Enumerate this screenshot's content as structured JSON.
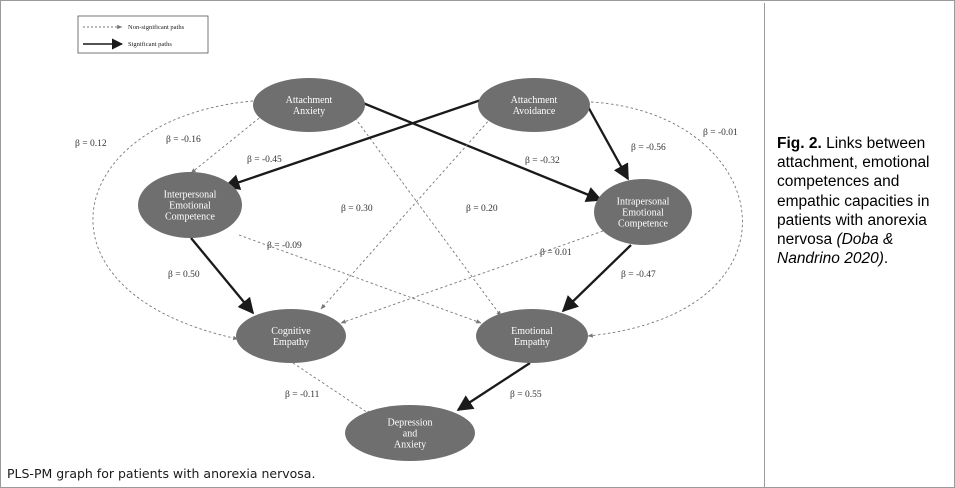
{
  "legend": {
    "non_significant": "Non-significant paths",
    "significant": "Significant paths"
  },
  "nodes": {
    "attachment_anxiety": [
      "Attachment",
      "Anxiety"
    ],
    "attachment_avoidance": [
      "Attachment",
      "Avoidance"
    ],
    "interpersonal_ec": [
      "Interpersonal",
      "Emotional",
      "Competence"
    ],
    "intrapersonal_ec": [
      "Intrapersonal",
      "Emotional",
      "Competence"
    ],
    "cognitive_empathy": [
      "Cognitive",
      "Empathy"
    ],
    "emotional_empathy": [
      "Emotional",
      "Empathy"
    ],
    "depression_anxiety": [
      "Depression",
      "and",
      "Anxiety"
    ]
  },
  "paths": [
    {
      "from": "attachment_anxiety",
      "to": "interpersonal_ec",
      "beta": "β = -0.16",
      "significant": false
    },
    {
      "from": "attachment_anxiety",
      "to": "intrapersonal_ec",
      "beta": "β = -0.32",
      "significant": true
    },
    {
      "from": "attachment_anxiety",
      "to": "emotional_empathy",
      "beta": "β = 0.20",
      "significant": false
    },
    {
      "from": "attachment_anxiety",
      "to": "cognitive_empathy",
      "beta": "β = 0.12",
      "significant": false
    },
    {
      "from": "attachment_avoidance",
      "to": "interpersonal_ec",
      "beta": "β = -0.45",
      "significant": true
    },
    {
      "from": "attachment_avoidance",
      "to": "intrapersonal_ec",
      "beta": "β = -0.56",
      "significant": true
    },
    {
      "from": "attachment_avoidance",
      "to": "cognitive_empathy",
      "beta": "β = 0.30",
      "significant": false
    },
    {
      "from": "attachment_avoidance",
      "to": "emotional_empathy",
      "beta": "β = -0.01",
      "significant": false
    },
    {
      "from": "interpersonal_ec",
      "to": "cognitive_empathy",
      "beta": "β = 0.50",
      "significant": true
    },
    {
      "from": "interpersonal_ec",
      "to": "emotional_empathy",
      "beta": "β = -0.09",
      "significant": false
    },
    {
      "from": "intrapersonal_ec",
      "to": "cognitive_empathy",
      "beta": "β = 0.01",
      "significant": false
    },
    {
      "from": "intrapersonal_ec",
      "to": "emotional_empathy",
      "beta": "β = -0.47",
      "significant": true
    },
    {
      "from": "cognitive_empathy",
      "to": "depression_anxiety",
      "beta": "β = -0.11",
      "significant": false
    },
    {
      "from": "emotional_empathy",
      "to": "depression_anxiety",
      "beta": "β = 0.55",
      "significant": true
    }
  ],
  "panel_caption": "PLS-PM graph for patients with anorexia nervosa.",
  "caption": {
    "label": "Fig. 2.",
    "text": " Links between attachment, emotional competences and empathic capacities in patients with anorexia nervosa ",
    "citation": "(Doba & Nandrino 2020)",
    "end": "."
  },
  "colors": {
    "node_fill": "#6f6f6f",
    "node_text": "#ffffff",
    "path": "#1a1a1a",
    "dashed_path": "#777777"
  }
}
